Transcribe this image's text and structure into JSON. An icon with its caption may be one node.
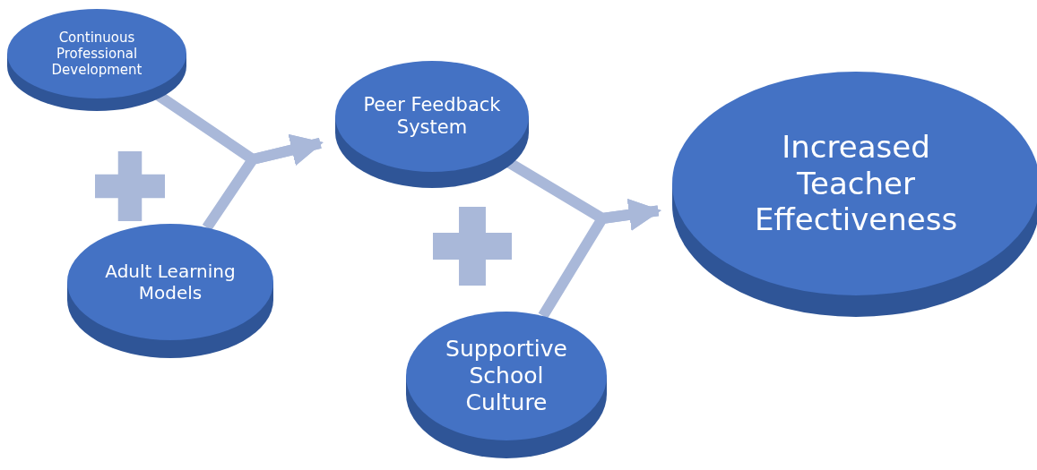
{
  "diagram": {
    "nodes": [
      {
        "text": [
          "Continuous Professional Development"
        ]
      },
      {
        "text": [
          "Adult Learning Models"
        ]
      },
      {
        "text": [
          "Peer Feedback System"
        ]
      },
      {
        "text": [
          "Supportive School Culture"
        ]
      },
      {
        "text": [
          "Increased Teacher Effectiveness"
        ]
      }
    ],
    "edges": [
      {
        "from": 0,
        "to": 2,
        "arrow": "to"
      },
      {
        "from": 1,
        "to": 2,
        "arrow": "to"
      },
      {
        "from": 2,
        "to": 4,
        "arrow": "to"
      },
      {
        "from": 3,
        "to": 4,
        "arrow": "to"
      }
    ]
  }
}
